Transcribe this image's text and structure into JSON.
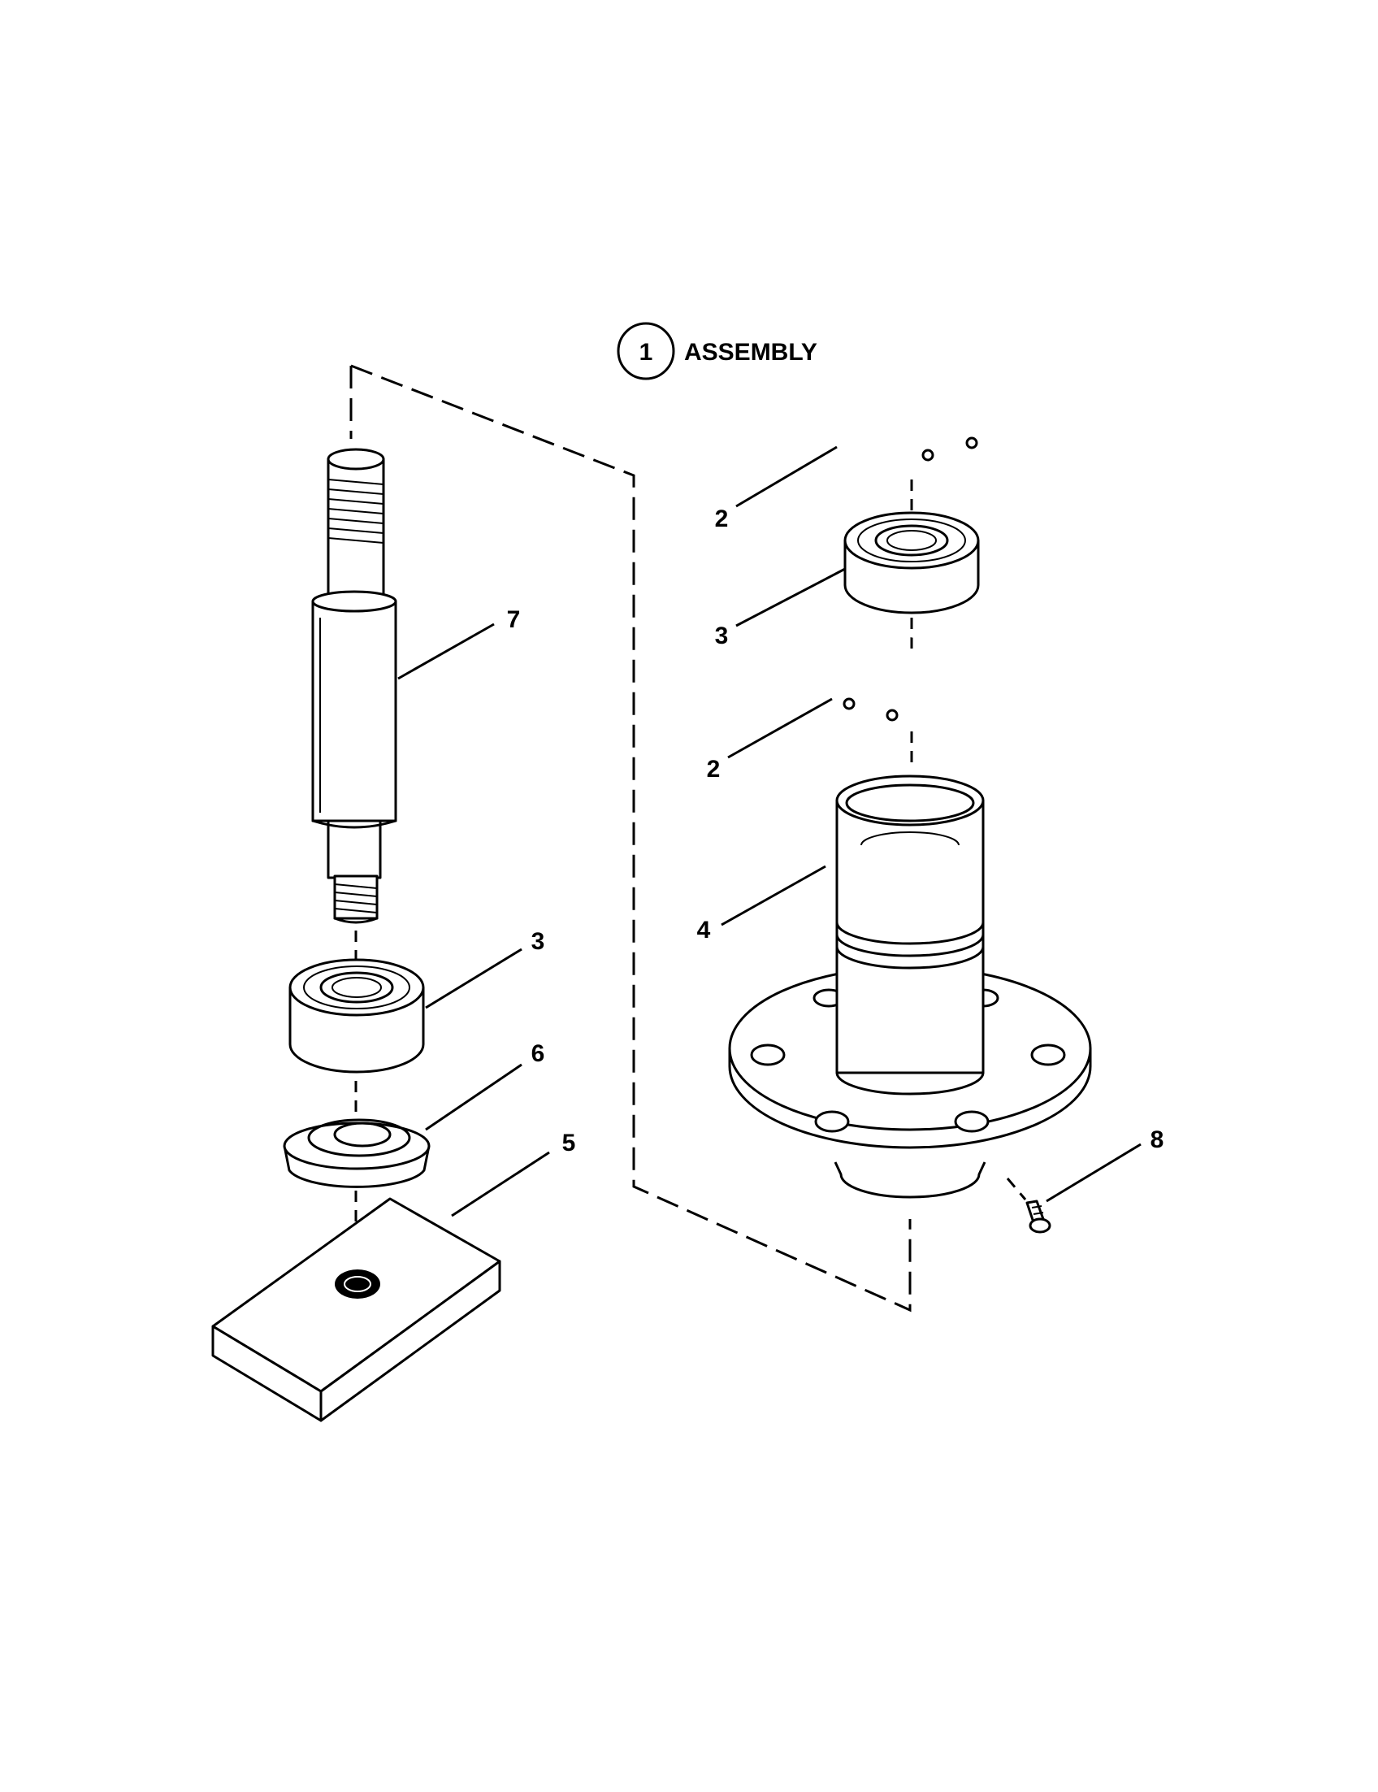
{
  "assembly": {
    "number": "1",
    "label": "ASSEMBLY"
  },
  "callouts": {
    "ring_top": "2",
    "bearing_top": "3",
    "ring_lower": "2",
    "housing": "4",
    "screw": "8",
    "shaft": "7",
    "bearing_left": "3",
    "spacer": "6",
    "block": "5"
  }
}
